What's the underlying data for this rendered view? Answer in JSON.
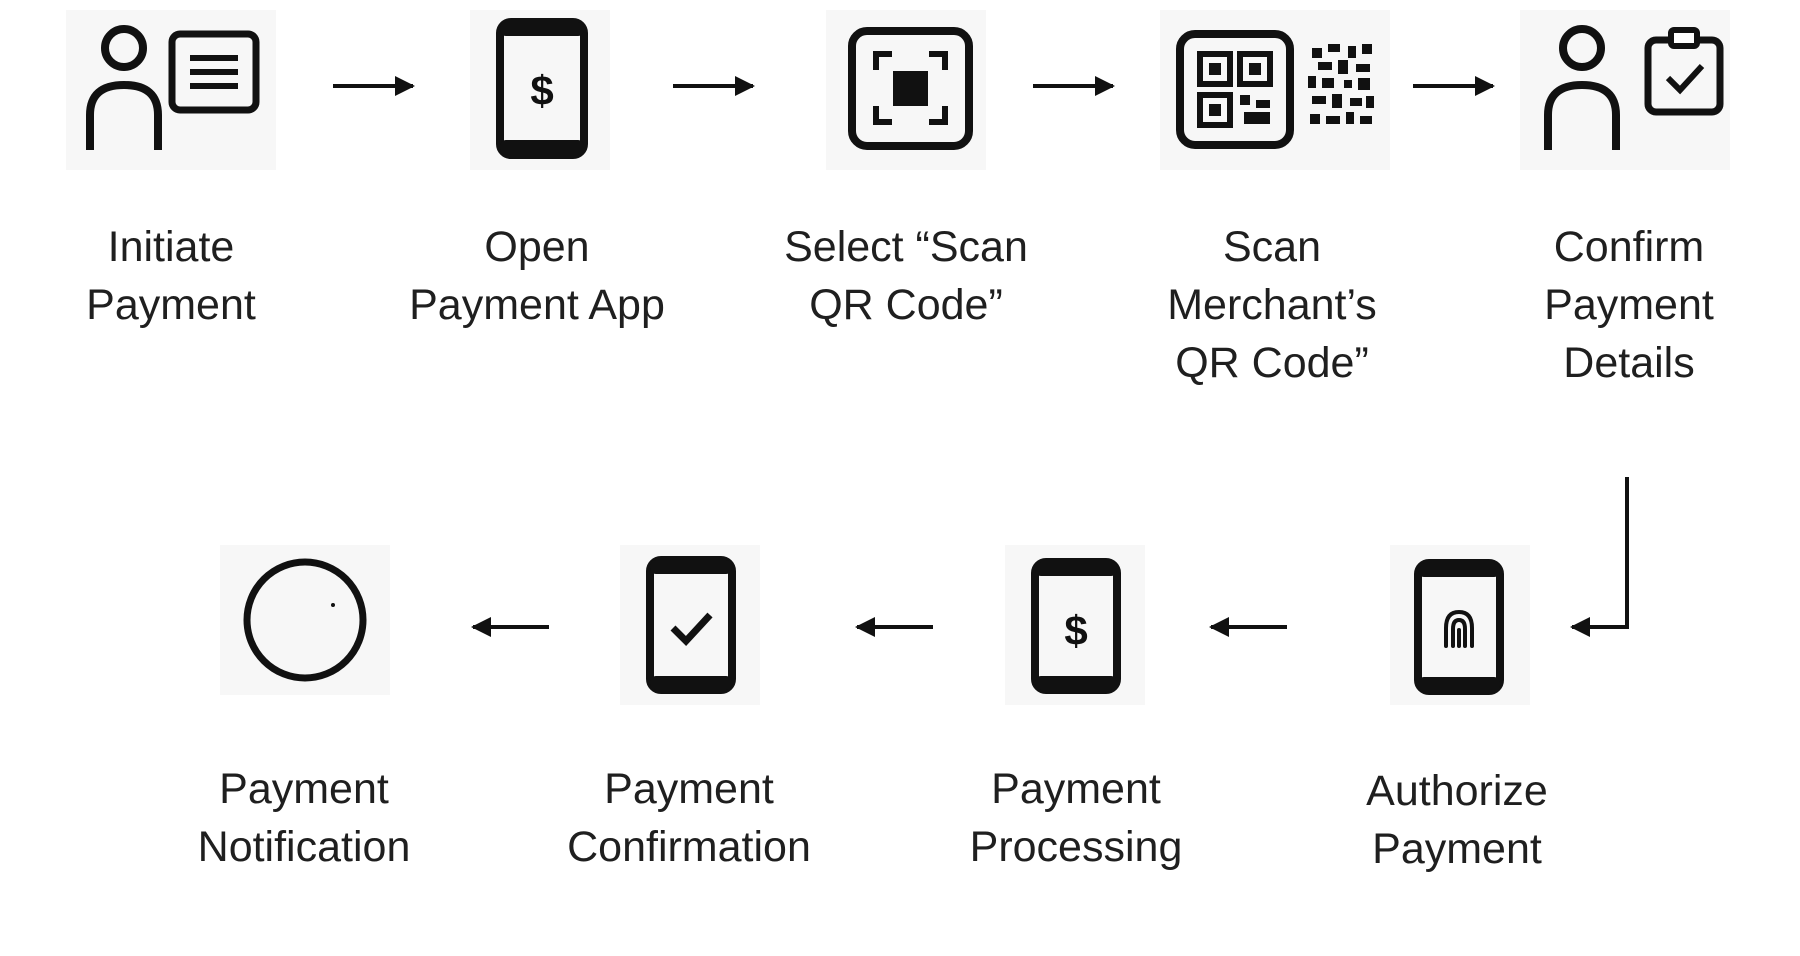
{
  "diagram": {
    "steps": [
      {
        "label": "Initiate\nPayment",
        "icon": "person-with-id-card-icon"
      },
      {
        "label": "Open\nPayment App",
        "icon": "phone-dollar-icon"
      },
      {
        "label": "Select “Scan\nQR Code”",
        "icon": "scan-frame-icon"
      },
      {
        "label": "Scan\nMerchant’s\nQR Code”",
        "icon": "qr-code-icon"
      },
      {
        "label": "Confirm\nPayment\nDetails",
        "icon": "person-with-clipboard-check-icon"
      },
      {
        "label": "Authorize\nPayment",
        "icon": "phone-fingerprint-icon"
      },
      {
        "label": "Payment\nProcessing",
        "icon": "phone-dollar-icon"
      },
      {
        "label": "Payment\nConfirmation",
        "icon": "phone-checkmark-icon"
      },
      {
        "label": "Payment\nNotification",
        "icon": "circle-icon"
      }
    ],
    "line_color": "#111111"
  }
}
